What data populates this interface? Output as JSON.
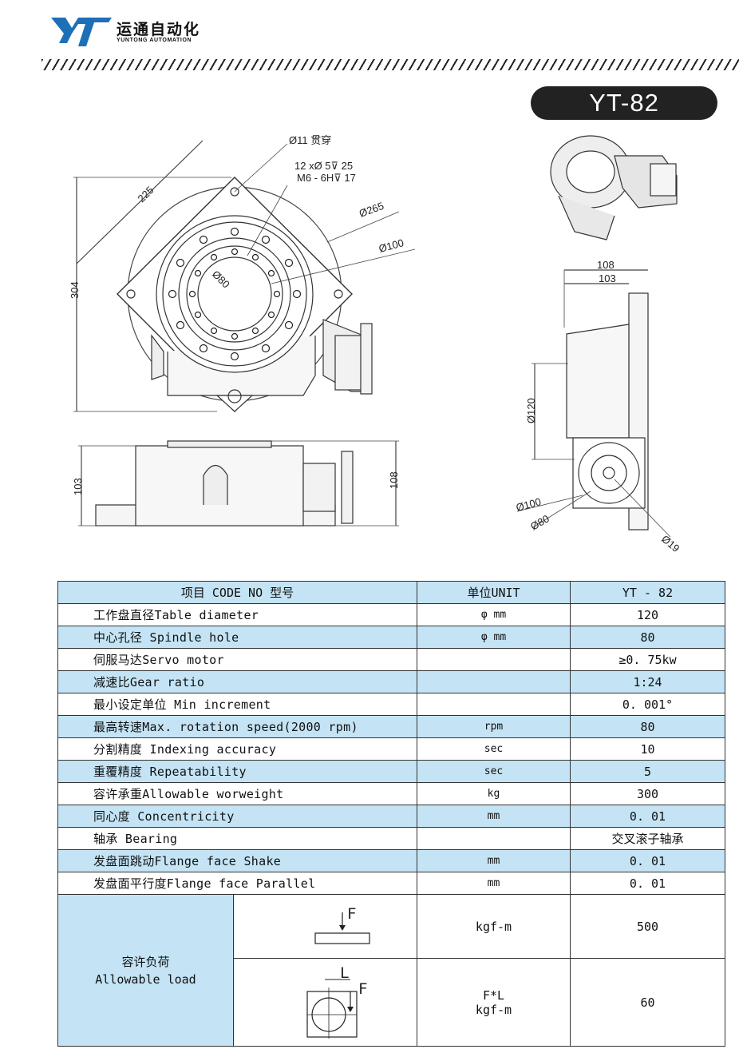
{
  "brand": {
    "cn": "运通自动化",
    "en": "YUNTONG AUTOMATION"
  },
  "model": "YT-82",
  "drawing": {
    "top": {
      "dim_225": "225",
      "dim_304": "304",
      "thru": "Ø11 贯穿",
      "holes1": "12 xØ 5⊽ 25",
      "holes2": "M6 - 6H⊽ 17",
      "d265": "Ø265",
      "d100": "Ø100",
      "d80": "Ø80"
    },
    "front": {
      "h103": "103",
      "h108": "108"
    },
    "side": {
      "w108": "108",
      "w103": "103",
      "d120": "Ø120",
      "d100": "Ø100",
      "d80": "Ø80",
      "d19": "Ø19"
    }
  },
  "table": {
    "header": {
      "item": "项目 CODE NO  型号",
      "unit": "单位UNIT",
      "model": "YT - 82"
    },
    "rows": [
      {
        "label": "工作盘直径Table diameter",
        "unit": "φ mm",
        "value": "120"
      },
      {
        "label": "中心孔径 Spindle hole",
        "unit": "φ mm",
        "value": "80"
      },
      {
        "label": "伺服马达Servo motor",
        "unit": "",
        "value": "≥0. 75kw"
      },
      {
        "label": "减速比Gear ratio",
        "unit": "",
        "value": "1:24"
      },
      {
        "label": "最小设定单位 Min increment",
        "unit": "",
        "value": "0. 001°"
      },
      {
        "label": "最高转速Max. rotation speed(2000 rpm)",
        "unit": "rpm",
        "value": "80"
      },
      {
        "label": "分割精度 Indexing accuracy",
        "unit": "sec",
        "value": "10"
      },
      {
        "label": "重覆精度 Repeatability",
        "unit": "sec",
        "value": "5"
      },
      {
        "label": "容许承重Allowable worweight",
        "unit": "kg",
        "value": "300"
      },
      {
        "label": "同心度 Concentricity",
        "unit": "mm",
        "value": "0. 01"
      },
      {
        "label": "轴承 Bearing",
        "unit": "",
        "value": "交叉滚子轴承"
      },
      {
        "label": "发盘面跳动Flange face Shake",
        "unit": "mm",
        "value": "0. 01"
      },
      {
        "label": "发盘面平行度Flange face Parallel",
        "unit": "mm",
        "value": "0. 01"
      }
    ],
    "load": {
      "label_cn": "容许负荷",
      "label_en": "Allowable load",
      "f_symbol": "F",
      "l_symbol": "L",
      "axial_unit": "kgf-m",
      "axial_value": "500",
      "moment_unit1": "F*L",
      "moment_unit2": "kgf-m",
      "moment_value": "60"
    }
  },
  "colors": {
    "row_blue": "#c4e4f5",
    "logo_blue": "#1e6fb8"
  }
}
